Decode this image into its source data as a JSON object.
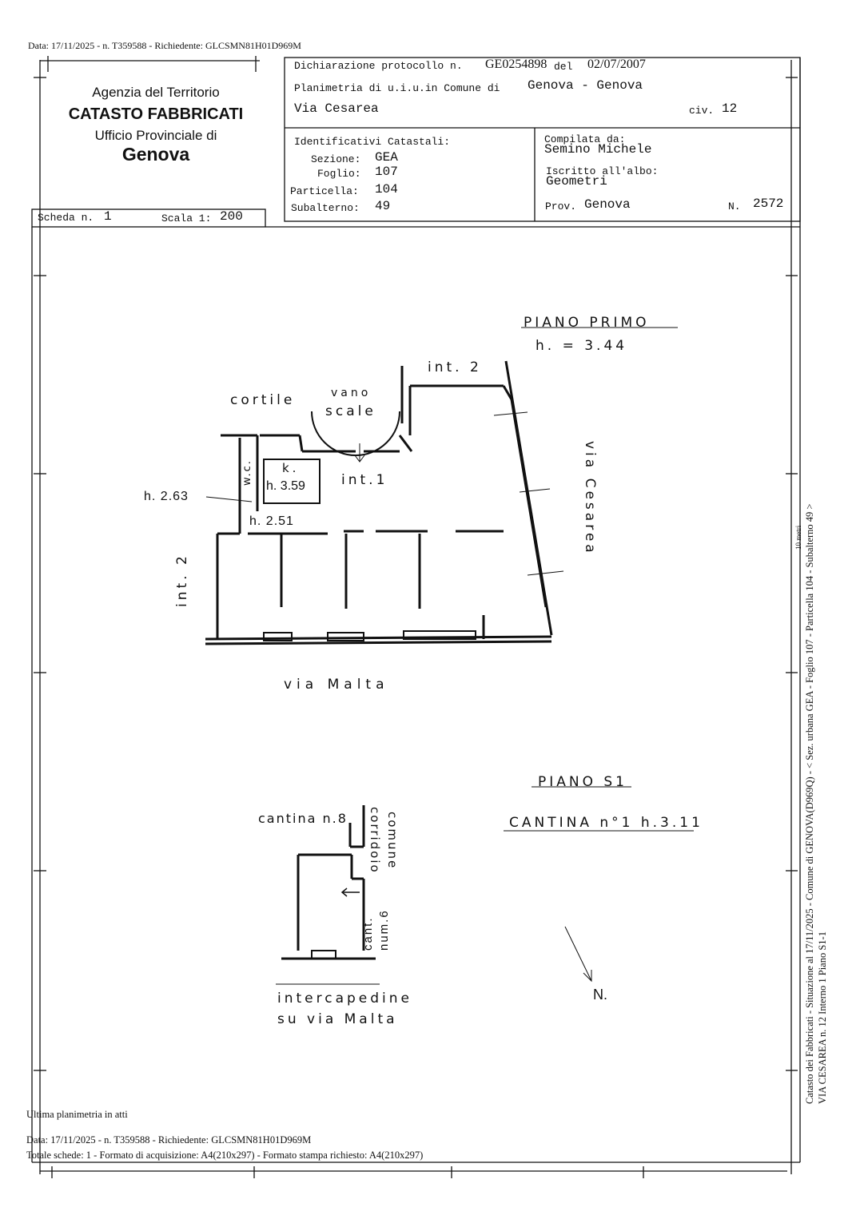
{
  "top_line": "Data: 17/11/2025 - n. T359588 - Richiedente: GLCSMN81H01D969M",
  "agency": {
    "line1": "Agenzia del Territorio",
    "line2": "CATASTO FABBRICATI",
    "line3": "Ufficio Provinciale di",
    "line4": "Genova"
  },
  "scheda": {
    "label": "Scheda n.",
    "value": "1",
    "scale_label": "Scala 1:",
    "scale_value": "200"
  },
  "declaration": {
    "protocol_label": "Dichiarazione protocollo n.",
    "protocol_value": "GE0254898",
    "date_label": "del",
    "date_value": "02/07/2007",
    "planimetry_label": "Planimetria di u.i.u.in Comune di",
    "comune_value": "Genova - Genova",
    "street": "Via Cesarea",
    "civ_label": "civ.",
    "civ_value": "12"
  },
  "identifiers": {
    "title": "Identificativi Catastali:",
    "sezione_label": "Sezione:",
    "sezione": "GEA",
    "foglio_label": "Foglio:",
    "foglio": "107",
    "particella_label": "Particella:",
    "particella": "104",
    "subalterno_label": "Subalterno:",
    "subalterno": "49"
  },
  "compiler": {
    "title": "Compilata da:",
    "name": "Semino Michele",
    "albo_label": "Iscritto all'albo:",
    "albo": "Geometri",
    "prov_label": "Prov.",
    "prov": "Genova",
    "n_label": "N.",
    "n": "2572"
  },
  "plan1": {
    "title": "PIANO PRIMO",
    "height": "h. = 3.44",
    "int2_top": "int. 2",
    "cortile": "cortile",
    "vano": "vano",
    "scale": "scale",
    "wc": "w.c.",
    "k": "k.",
    "k_h": "h. 3.59",
    "int1": "int.1",
    "h263": "h. 2.63",
    "h251": "h. 2.51",
    "int2_left": "int. 2",
    "via_cesarea": "via Cesarea",
    "via_malta": "via Malta"
  },
  "plan2": {
    "title": "PIANO S1",
    "cantina": "CANTINA n°1 h.3.11",
    "cantina8": "cantina n.8",
    "corridoio": "corridoio",
    "comune": "comune",
    "cant": "cant.",
    "num6": "num.6",
    "intercapedine": "intercapedine",
    "su_via_malta": "su via Malta",
    "north": "N."
  },
  "side_text": {
    "line1": "Catasto dei Fabbricati - Situazione al 17/11/2025 - Comune di GENOVA(D969Q) - < Sez. urbana GEA - Foglio 107 - Particella 104 - Subalterno 49 >",
    "line2": "VIA CESAREA n. 12 Interno 1 Piano S1-1",
    "scale_mark": "10 metri"
  },
  "footer": {
    "ultima": "Ultima planimetria in atti",
    "data": "Data: 17/11/2025 - n. T359588 - Richiedente: GLCSMN81H01D969M",
    "totale": "Totale schede: 1 - Formato di acquisizione: A4(210x297) - Formato stampa richiesto: A4(210x297)"
  }
}
